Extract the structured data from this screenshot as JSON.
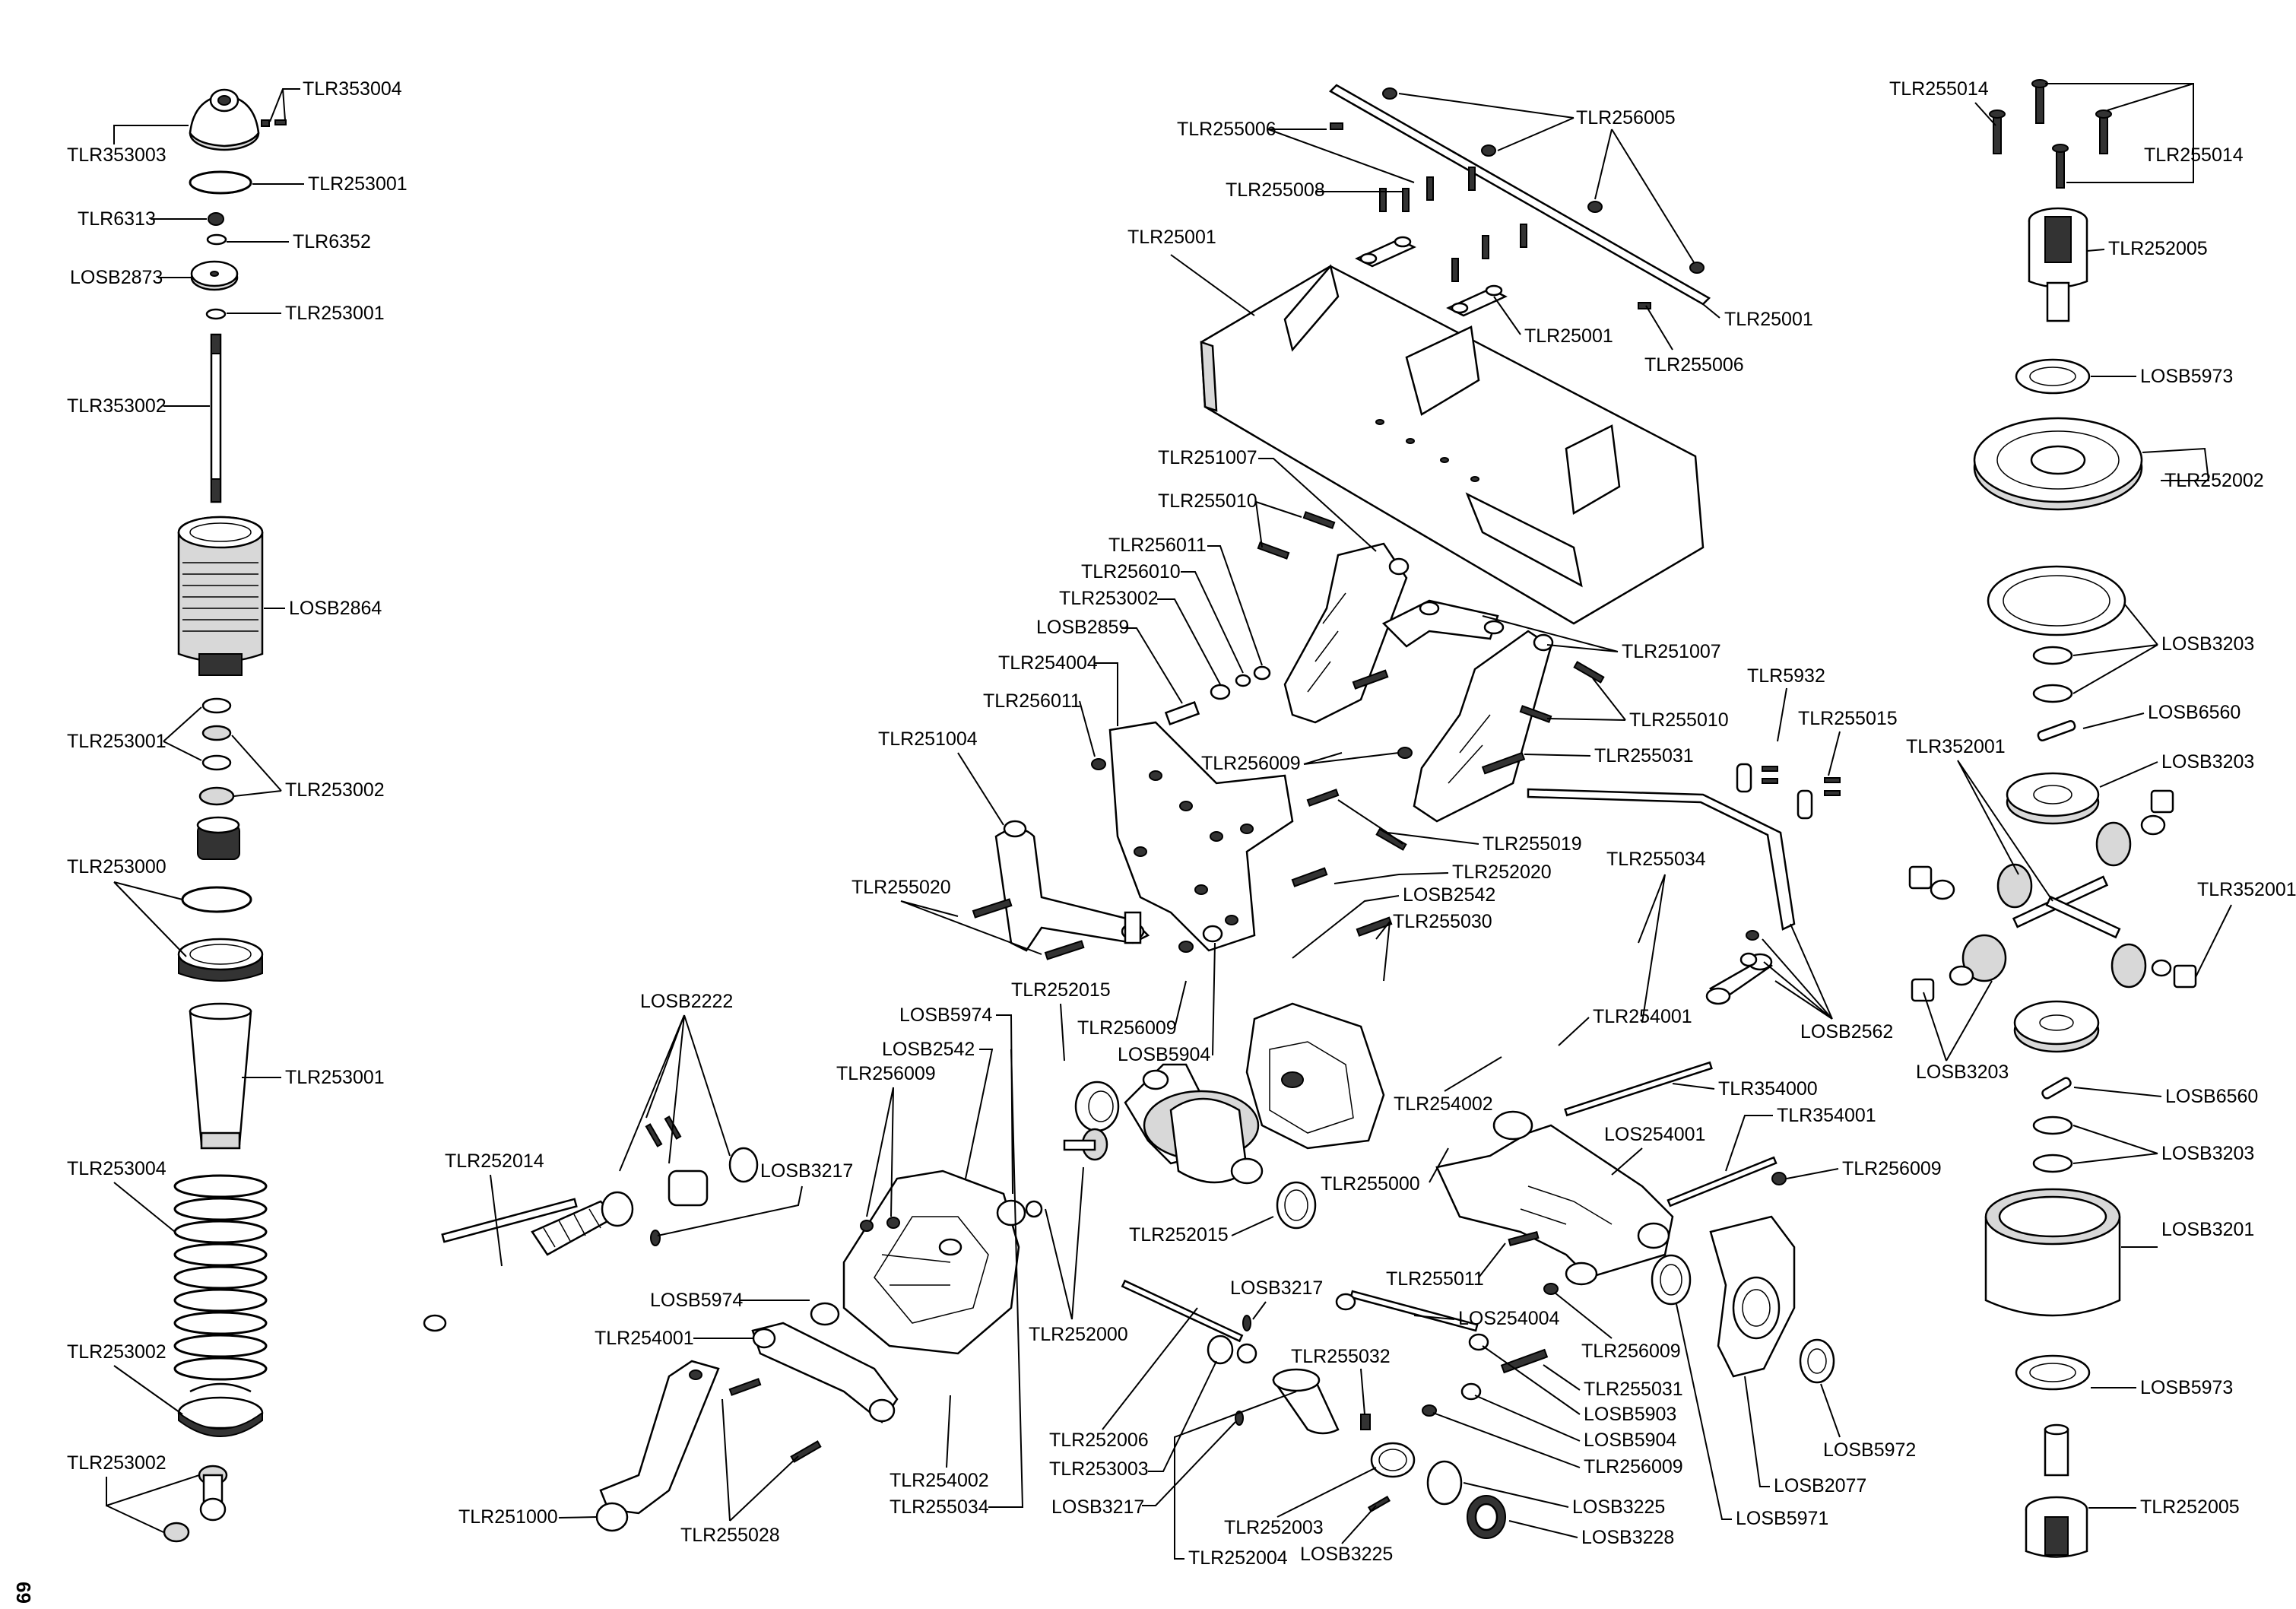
{
  "page_number": "69",
  "labels": {
    "tlr353004": "TLR353004",
    "tlr353003": "TLR353003",
    "tlr253001_a": "TLR253001",
    "tlr6313": "TLR6313",
    "tlr6352": "TLR6352",
    "losb2873": "LOSB2873",
    "tlr253001_b": "TLR253001",
    "tlr353002": "TLR353002",
    "losb2864": "LOSB2864",
    "tlr253001_c": "TLR253001",
    "tlr253002_a": "TLR253002",
    "tlr253000": "TLR253000",
    "tlr253001_d": "TLR253001",
    "tlr253004": "TLR253004",
    "tlr253002_b": "TLR253002",
    "tlr253002_c": "TLR253002",
    "tlr256005": "TLR256005",
    "tlr255006_a": "TLR255006",
    "tlr255008": "TLR255008",
    "tlr25001_a": "TLR25001",
    "tlr25001_b": "TLR25001",
    "tlr25001_c": "TLR25001",
    "tlr255006_b": "TLR255006",
    "tlr251007_a": "TLR251007",
    "tlr255010_a": "TLR255010",
    "tlr256011_a": "TLR256011",
    "tlr256010": "TLR256010",
    "tlr253002_d": "TLR253002",
    "losb2859": "LOSB2859",
    "tlr254004": "TLR254004",
    "tlr256011_b": "TLR256011",
    "tlr251007_b": "TLR251007",
    "tlr255010_b": "TLR255010",
    "tlr5932": "TLR5932",
    "tlr255015": "TLR255015",
    "tlr251004": "TLR251004",
    "tlr256009_a": "TLR256009",
    "tlr255031_a": "TLR255031",
    "tlr255019": "TLR255019",
    "tlr252020": "TLR252020",
    "tlr255034_a": "TLR255034",
    "tlr255020": "TLR255020",
    "losb2542_a": "LOSB2542",
    "tlr255030": "TLR255030",
    "tlr254001_a": "TLR254001",
    "losb2562": "LOSB2562",
    "tlr252015_a": "TLR252015",
    "tlr256009_b": "TLR256009",
    "losb5904_a": "LOSB5904",
    "losb5974_a": "LOSB5974",
    "losb2542_b": "LOSB2542",
    "tlr256009_c": "TLR256009",
    "tlr254002_a": "TLR254002",
    "tlr354000": "TLR354000",
    "losb2222": "LOSB2222",
    "losb3217_a": "LOSB3217",
    "tlr252014": "TLR252014",
    "tlr255000": "TLR255000",
    "los254001": "LOS254001",
    "tlr354001": "TLR354001",
    "tlr256009_d": "TLR256009",
    "tlr252015_b": "TLR252015",
    "tlr255011": "TLR255011",
    "los254004": "LOS254004",
    "tlr256009_e": "TLR256009",
    "losb5974_b": "LOSB5974",
    "tlr252000": "TLR252000",
    "losb3217_b": "LOSB3217",
    "tlr254001_b": "TLR254001",
    "tlr255032": "TLR255032",
    "tlr255031_b": "TLR255031",
    "losb5903": "LOSB5903",
    "losb5904_b": "LOSB5904",
    "tlr256009_f": "TLR256009",
    "tlr252006": "TLR252006",
    "tlr253003": "TLR253003",
    "tlr255028": "TLR255028",
    "tlr254002_b": "TLR254002",
    "tlr255034_b": "TLR255034",
    "losb3217_c": "LOSB3217",
    "tlr251000": "TLR251000",
    "tlr252003": "TLR252003",
    "tlr252004": "TLR252004",
    "losb3225_a": "LOSB3225",
    "losb3225_b": "LOSB3225",
    "losb3228": "LOSB3228",
    "losb5971": "LOSB5971",
    "losb2077": "LOSB2077",
    "losb5972": "LOSB5972",
    "tlr255014_a": "TLR255014",
    "tlr255014_b": "TLR255014",
    "tlr252005_a": "TLR252005",
    "losb5973_a": "LOSB5973",
    "tlr252002": "TLR252002",
    "losb3203_a": "LOSB3203",
    "losb6560_a": "LOSB6560",
    "tlr352001_a": "TLR352001",
    "losb3203_b": "LOSB3203",
    "tlr352001_b": "TLR352001",
    "losb3203_c": "LOSB3203",
    "losb6560_b": "LOSB6560",
    "losb3203_d": "LOSB3203",
    "losb3201": "LOSB3201",
    "losb5973_b": "LOSB5973",
    "tlr252005_b": "TLR252005"
  }
}
